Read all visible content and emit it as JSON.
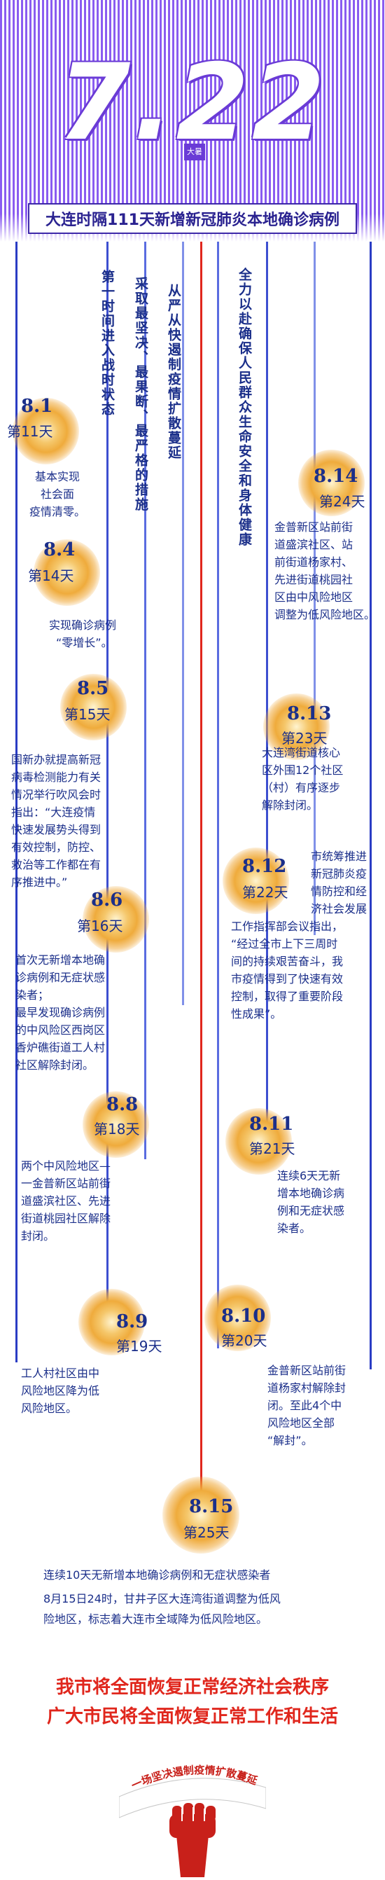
{
  "header": {
    "big_date": "7.22",
    "solar_term": "大暑",
    "title": "大连时隔111天新增新冠肺炎本地确诊病例"
  },
  "columns": [
    "第一时间进入战时状态",
    "采取最坚决、最果断、最严格的措施",
    "从严从快遏制疫情扩散蔓延",
    "全力以赴确保人民群众生命安全和身体健康"
  ],
  "events": [
    {
      "date": "8.1",
      "day": "第11天",
      "desc": [
        "基本实现",
        "社会面",
        "疫情清零。"
      ]
    },
    {
      "date": "8.4",
      "day": "第14天",
      "desc": [
        "实现确诊病例",
        "“零增长”。"
      ]
    },
    {
      "date": "8.5",
      "day": "第15天",
      "desc": [
        "国新办就提高新冠",
        "病毒检测能力有关",
        "情况举行吹风会时",
        "指出：“大连疫情",
        "快速发展势头得到",
        "有效控制，防控、",
        "救治等工作都在有",
        "序推进中。”"
      ]
    },
    {
      "date": "8.6",
      "day": "第16天",
      "desc": [
        "首次无新增本地确",
        "诊病例和无症状感",
        "染者；",
        "最早发现确诊病例",
        "的中风险区西岗区",
        "香炉礁街道工人村",
        "社区解除封闭。"
      ]
    },
    {
      "date": "8.8",
      "day": "第18天",
      "desc": [
        "两个中风险地区—",
        "一金普新区站前街",
        "道盛滨社区、先进",
        "街道桃园社区解除",
        "封闭。"
      ]
    },
    {
      "date": "8.9",
      "day": "第19天",
      "desc": [
        "工人村社区由中",
        "风险地区降为低",
        "风险地区。"
      ]
    },
    {
      "date": "8.14",
      "day": "第24天",
      "desc": [
        "金普新区站前街",
        "道盛滨社区、站",
        "前街道杨家村、",
        "先进街道桃园社",
        "区由中风险地区",
        "调整为低风险地区。"
      ]
    },
    {
      "date": "8.13",
      "day": "第23天",
      "desc": [
        "大连湾街道核心",
        "区外围12个社区",
        "（村）有序逐步",
        "解除封闭。"
      ]
    },
    {
      "date": "8.12",
      "day": "第22天",
      "desc_side": [
        "市统筹推进",
        "新冠肺炎疫",
        "情防控和经",
        "济社会发展"
      ],
      "desc": [
        "工作指挥部会议指出，",
        "“经过全市上下三周时",
        "间的持续艰苦奋斗，我",
        "市疫情得到了快速有效",
        "控制，取得了重要阶段",
        "性成果”。"
      ]
    },
    {
      "date": "8.11",
      "day": "第21天",
      "desc": [
        "连续6天无新",
        "增本地确诊病",
        "例和无症状感",
        "染者。"
      ]
    },
    {
      "date": "8.10",
      "day": "第20天",
      "desc": [
        "金普新区站前街",
        "道杨家村解除封",
        "闭。至此4个中",
        "风险地区全部",
        "“解封”。"
      ]
    },
    {
      "date": "8.15",
      "day": "第25天",
      "desc": [
        "连续10天无新增本地确诊病例和无症状感染者",
        "8月15日24时，甘井子区大连湾街道调整为低风",
        "险地区，标志着大连市全域降为低风险地区。"
      ]
    }
  ],
  "slogans": [
    "我市将全面恢复正常经济社会秩序",
    "广大市民将全面恢复正常工作和生活"
  ],
  "banner": "一场坚决遏制疫情扩散蔓延的阻击战",
  "colors": {
    "text_blue": "#1b2f8a",
    "accent_purple": "#8a5cf0",
    "slogan_red": "#e0271d",
    "node_orange": "#efab3c",
    "line_red": "#e0271d"
  }
}
